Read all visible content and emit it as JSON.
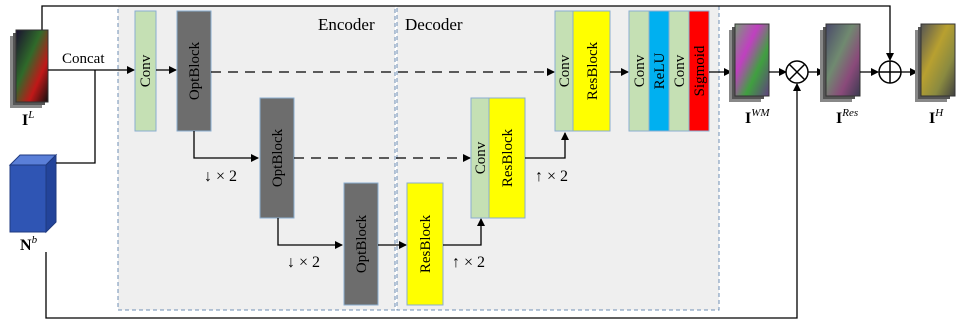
{
  "colors": {
    "panel_bg": "#efefef",
    "panel_border": "#6f8fb4",
    "conv": "#c5e0b4",
    "optblock": "#6d6d6d",
    "resblock": "#ffff00",
    "relu": "#00b0f0",
    "sigmoid": "#ff0000",
    "tensor_blue": "#2f55b4",
    "line": "#000000"
  },
  "sections": {
    "encoder": "Encoder",
    "decoder": "Decoder"
  },
  "labels": {
    "concat": "Concat",
    "down1": "↓ × 2",
    "down2": "↓ × 2",
    "up1": "↑ × 2",
    "up2": "↑ × 2"
  },
  "blocks": {
    "conv": "Conv",
    "optblock": "OptBlock",
    "resblock": "ResBlock",
    "relu": "ReLU",
    "sigmoid": "Sigmoid"
  },
  "images": {
    "input_low": {
      "main": "I",
      "sup": "L"
    },
    "noise": {
      "main": "N",
      "sup": "b"
    },
    "weight_map": {
      "main": "I",
      "sup": "WM"
    },
    "residual": {
      "main": "I",
      "sup": "Res"
    },
    "output": {
      "main": "I",
      "sup": "H"
    }
  },
  "operators": {
    "multiply": "⊗",
    "add": "⊕"
  }
}
